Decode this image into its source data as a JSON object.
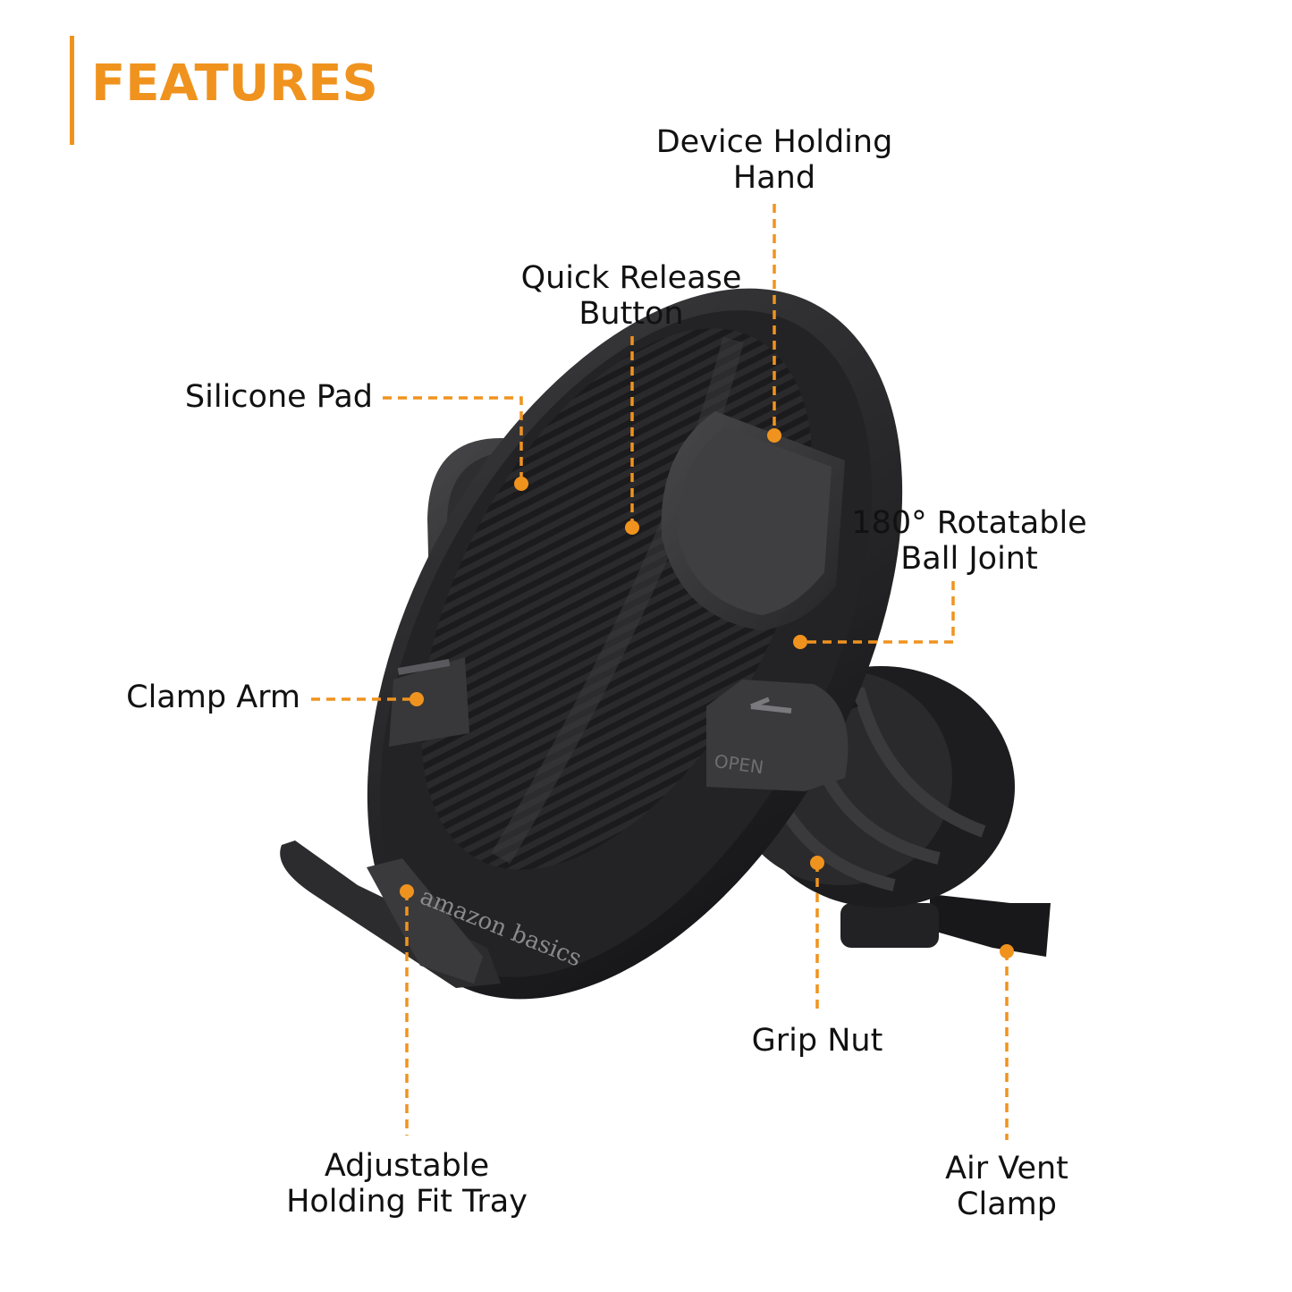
{
  "heading": "FEATURES",
  "colors": {
    "accent": "#F0931E",
    "text": "#111111",
    "product_dark": "#1c1c1e",
    "product_mid": "#2c2c2e",
    "product_light": "#3b3b3e"
  },
  "labels": {
    "device_holding_hand": [
      "Device Holding",
      "Hand"
    ],
    "quick_release_button": [
      "Quick Release",
      "Button"
    ],
    "silicone_pad": [
      "Silicone Pad"
    ],
    "rotatable_ball_joint": [
      "180° Rotatable",
      "Ball Joint"
    ],
    "clamp_arm": [
      "Clamp Arm"
    ],
    "grip_nut": [
      "Grip Nut"
    ],
    "adjustable_holding_fit_tray": [
      "Adjustable",
      "Holding Fit Tray"
    ],
    "air_vent_clamp": [
      "Air Vent",
      "Clamp"
    ]
  },
  "product": {
    "brand": "amazon basics",
    "arm_text": "OPEN"
  }
}
